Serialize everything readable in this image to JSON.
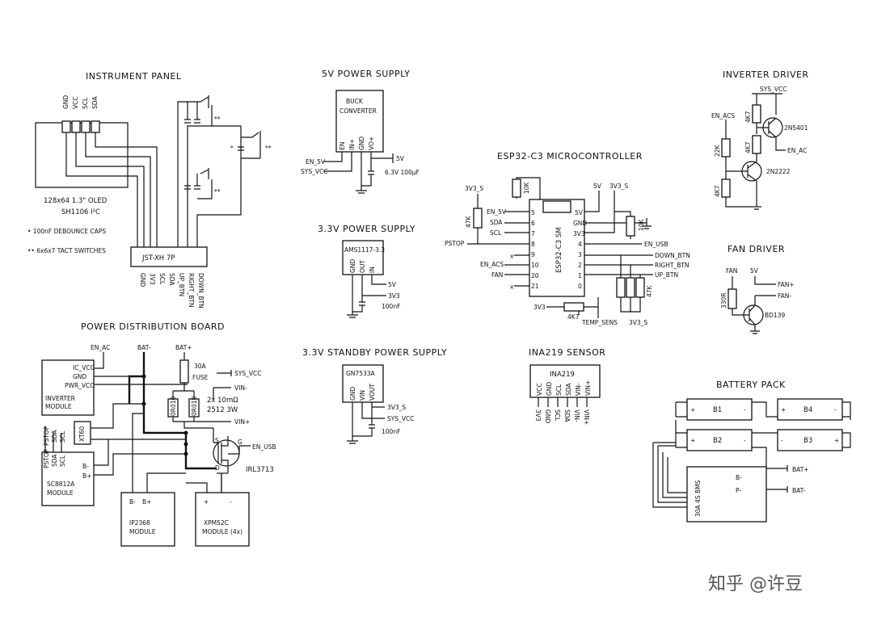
{
  "sections": {
    "instrument_panel": {
      "title": "INSTRUMENT PANEL",
      "top_pins": [
        "GND",
        "VCC",
        "SCL",
        "SDA"
      ],
      "oled": "128x64 1.3\" OLED",
      "oled_driver": "SH1106 I²C",
      "note_caps": "• 100nF DEBOUNCE CAPS",
      "note_switches": "•• 6x6x7 TACT SWITCHES",
      "connector": "JST-XH 7P",
      "bottom_pins": [
        "GND",
        "3V3",
        "SCL",
        "SDA",
        "UP_BTN",
        "RIGHT_BTN",
        "DOWN_BTN"
      ],
      "switch_mark": "**",
      "cap_mark": "*"
    },
    "psu_5v": {
      "title": "5V POWER SUPPLY",
      "module": [
        "BUCK",
        "CONVERTER"
      ],
      "pins": [
        "EN",
        "IN+",
        "GND",
        "VO+"
      ],
      "en": "EN_5V",
      "in": "SYS_VCC",
      "out": "5V",
      "cap": "6.3V 100μF"
    },
    "psu_3v3": {
      "title": "3.3V POWER SUPPLY",
      "chip": "AMS1117-3.3",
      "pins": [
        "GND",
        "OUT",
        "IN"
      ],
      "in": "5V",
      "out": "3V3",
      "cap": "100nF"
    },
    "psu_standby": {
      "title": "3.3V STANDBY POWER SUPPLY",
      "chip": "GN7533A",
      "pins": [
        "GND",
        "VIN",
        "VOUT"
      ],
      "out": "3V3_S",
      "in": "SYS_VCC",
      "cap": "100nF"
    },
    "mcu": {
      "title": "ESP32-C3 MICROCONTROLLER",
      "chip": "ESP32-C3 SM",
      "left_nets": [
        "EN_5V",
        "SDA",
        "SCL",
        "PSTOP",
        "",
        "EN_ACS",
        "FAN",
        ""
      ],
      "left_pins": [
        "5",
        "6",
        "7",
        "8",
        "9",
        "10",
        "20",
        "21"
      ],
      "right_pins": [
        "5V",
        "GND",
        "3V3",
        "4",
        "3",
        "2",
        "1",
        "0"
      ],
      "right_nets": [
        "",
        "",
        "",
        "EN_USB",
        "DOWN_BTN",
        "RIGHT_BTN",
        "UP_BTN",
        ""
      ],
      "top_left": "3V3_S",
      "top_5v": "5V",
      "top_3v3s": "3V3_S",
      "r_pull": "47K",
      "r_en": "10K",
      "r_gnd": "10K",
      "r_btn": "47K",
      "r_temp": "4K7",
      "v3v3": "3V3",
      "temp": "TEMP_SENS",
      "bottom_3v3s": "3V3_S"
    },
    "inverter": {
      "title": "INVERTER DRIVER",
      "supply": "SYS_VCC",
      "en_acs": "EN_ACS",
      "r1": "4K7",
      "r2": "22K",
      "r3": "4K7",
      "r4": "4K7",
      "q1": "2N5401",
      "q2": "2N2222",
      "out": "EN_AC"
    },
    "fan": {
      "title": "FAN DRIVER",
      "fan": "FAN",
      "v5": "5V",
      "fan_plus": "FAN+",
      "fan_minus": "FAN-",
      "r": "330R",
      "q": "BD139"
    },
    "power_dist": {
      "title": "POWER DISTRIBUTION BOARD",
      "en_ac": "EN_AC",
      "bat_minus": "BAT-",
      "bat_plus": "BAT+",
      "inv_pins": [
        "IC_VCC",
        "GND",
        "PWR_VCC"
      ],
      "inv_module": [
        "INVERTER",
        "MODULE"
      ],
      "xt60": "XT60",
      "sc_pins": [
        "PSTOP",
        "SDA",
        "SCL"
      ],
      "sc_bat": [
        "B-",
        "B+"
      ],
      "sc_module": [
        "SC8812A",
        "MODULE"
      ],
      "ip_pins": [
        "B-",
        "B+"
      ],
      "ip_module": [
        "IP2368",
        "MODULE"
      ],
      "xpm_pins": [
        "+",
        "-"
      ],
      "xpm_module": [
        "XPM52C",
        "MODULE (4x)"
      ],
      "fuse": [
        "30A",
        "FUSE"
      ],
      "shunt": [
        "2x 10mΩ",
        "2512 3W"
      ],
      "shunt_val": "0R010",
      "sys_vcc": "SYS_VCC",
      "vin_minus": "VIN-",
      "vin_plus": "VIN+",
      "en_usb": "EN_USB",
      "mosfet": "IRL3713",
      "g": "G",
      "s": "S",
      "d": "D"
    },
    "ina": {
      "title": "INA219 SENSOR",
      "chip": "INA219",
      "pins": [
        "VCC",
        "GND",
        "SCL",
        "SDA",
        "VIN-",
        "VIN+"
      ],
      "nets": [
        "3V3",
        "GND",
        "SCL",
        "SDA",
        "VIN-",
        "VIN+"
      ]
    },
    "battery": {
      "title": "BATTERY PACK",
      "cells": [
        "B1",
        "B4",
        "B2",
        "B3"
      ],
      "bms": "30A 4S BMS",
      "bms_pins": [
        "B-",
        "P-"
      ],
      "bat_plus": "BAT+",
      "bat_minus": "BAT-"
    }
  },
  "watermark": "知乎 @许豆"
}
